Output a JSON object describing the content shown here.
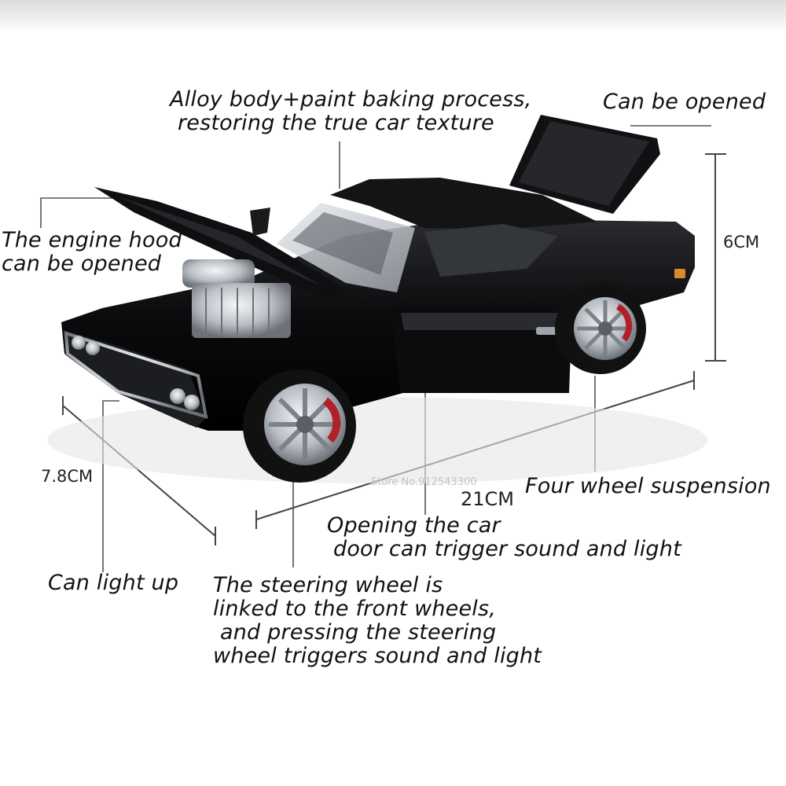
{
  "callouts": {
    "alloy_line1": "Alloy body+paint baking process,",
    "alloy_line2": "restoring the true car texture",
    "trunk": "Can be opened",
    "hood_line1": "The engine hood",
    "hood_line2": "can be opened",
    "wheels": "Four wheel suspension",
    "door_line1": "Opening the car",
    "door_line2": "door can trigger sound and light",
    "lights": "Can light up",
    "steering_line1": "The steering wheel is",
    "steering_line2": "linked to the front wheels,",
    "steering_line3": "and pressing the steering",
    "steering_line4": "wheel triggers sound and light"
  },
  "dimensions": {
    "height": "6CM",
    "width": "7.8CM",
    "length": "21CM"
  },
  "watermark": "Store No.912543300",
  "colors": {
    "car_body": "#0b0b0d",
    "chrome": "#c9cdd2",
    "brake_caliper": "#b0202a",
    "leader_line": "#555555"
  }
}
